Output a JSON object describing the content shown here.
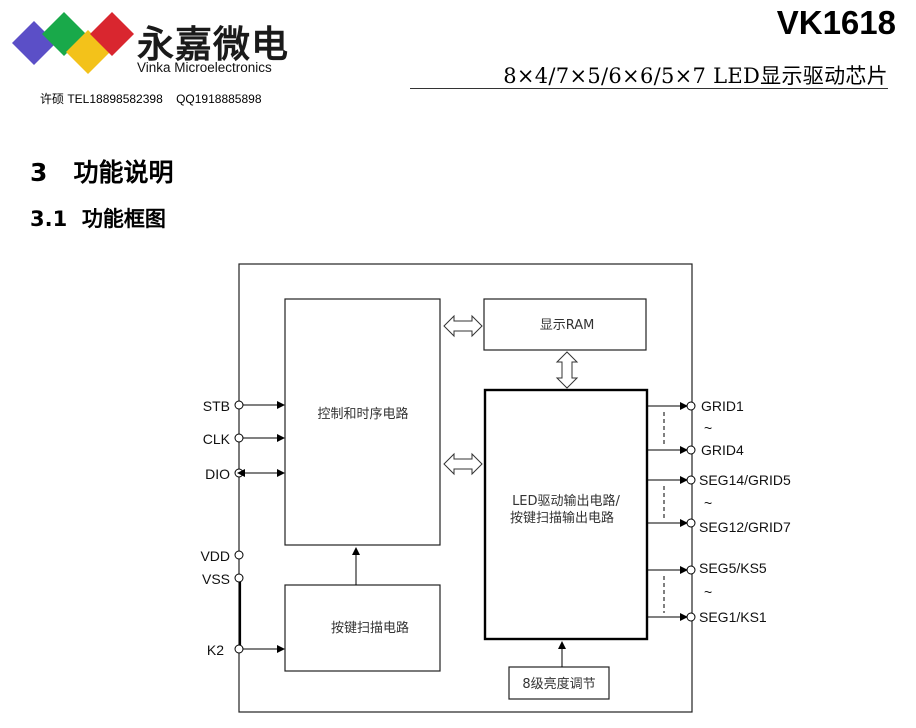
{
  "header": {
    "brand_cn": "永嘉微电",
    "brand_en": "Vinka Microelectronics",
    "model": "VK1618",
    "subtitle": "8×4/7×5/6×6/5×7  LED显示驱动芯片",
    "contact": "许硕 TEL18898582398    QQ1918885898",
    "logo_colors": [
      "#5b4fc7",
      "#19a94a",
      "#f3c21a",
      "#d9262f"
    ]
  },
  "sections": {
    "h1": "3   功能说明",
    "h2": "3.1  功能框图"
  },
  "diagram": {
    "blocks": {
      "control": "控制和时序电路",
      "ram": "显示RAM",
      "led_line1": "LED驱动输出电路/",
      "led_line2": "按键扫描输出电路",
      "keyscan": "按键扫描电路",
      "brightness": "8级亮度调节"
    },
    "pins_left": {
      "stb": "STB",
      "clk": "CLK",
      "dio": "DIO",
      "vdd": "VDD",
      "vss": "VSS",
      "k2": "K2"
    },
    "pins_right": {
      "grid1": "GRID1",
      "grid4": "GRID4",
      "seg14": "SEG14/GRID5",
      "seg12": "SEG12/GRID7",
      "seg5": "SEG5/KS5",
      "seg1": "SEG1/KS1",
      "tilde": "~"
    }
  }
}
